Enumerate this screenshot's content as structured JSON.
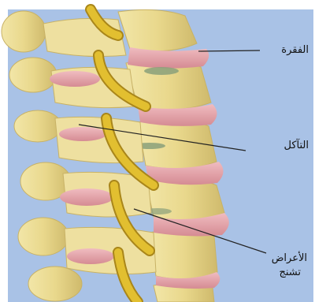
{
  "labels": {
    "vertebra": "الفقرة",
    "degeneration": "التآكل",
    "symptoms_line1": "الأعراض",
    "symptoms_line2": "تشنج"
  },
  "colors": {
    "background": "#a9c2e6",
    "bone": "#e9d88c",
    "bone_shadow": "#c8b266",
    "disc": "#e2a0a6",
    "nerve": "#d9b52b",
    "nerve_dark": "#a9861a",
    "damage": "#8aa07a"
  }
}
